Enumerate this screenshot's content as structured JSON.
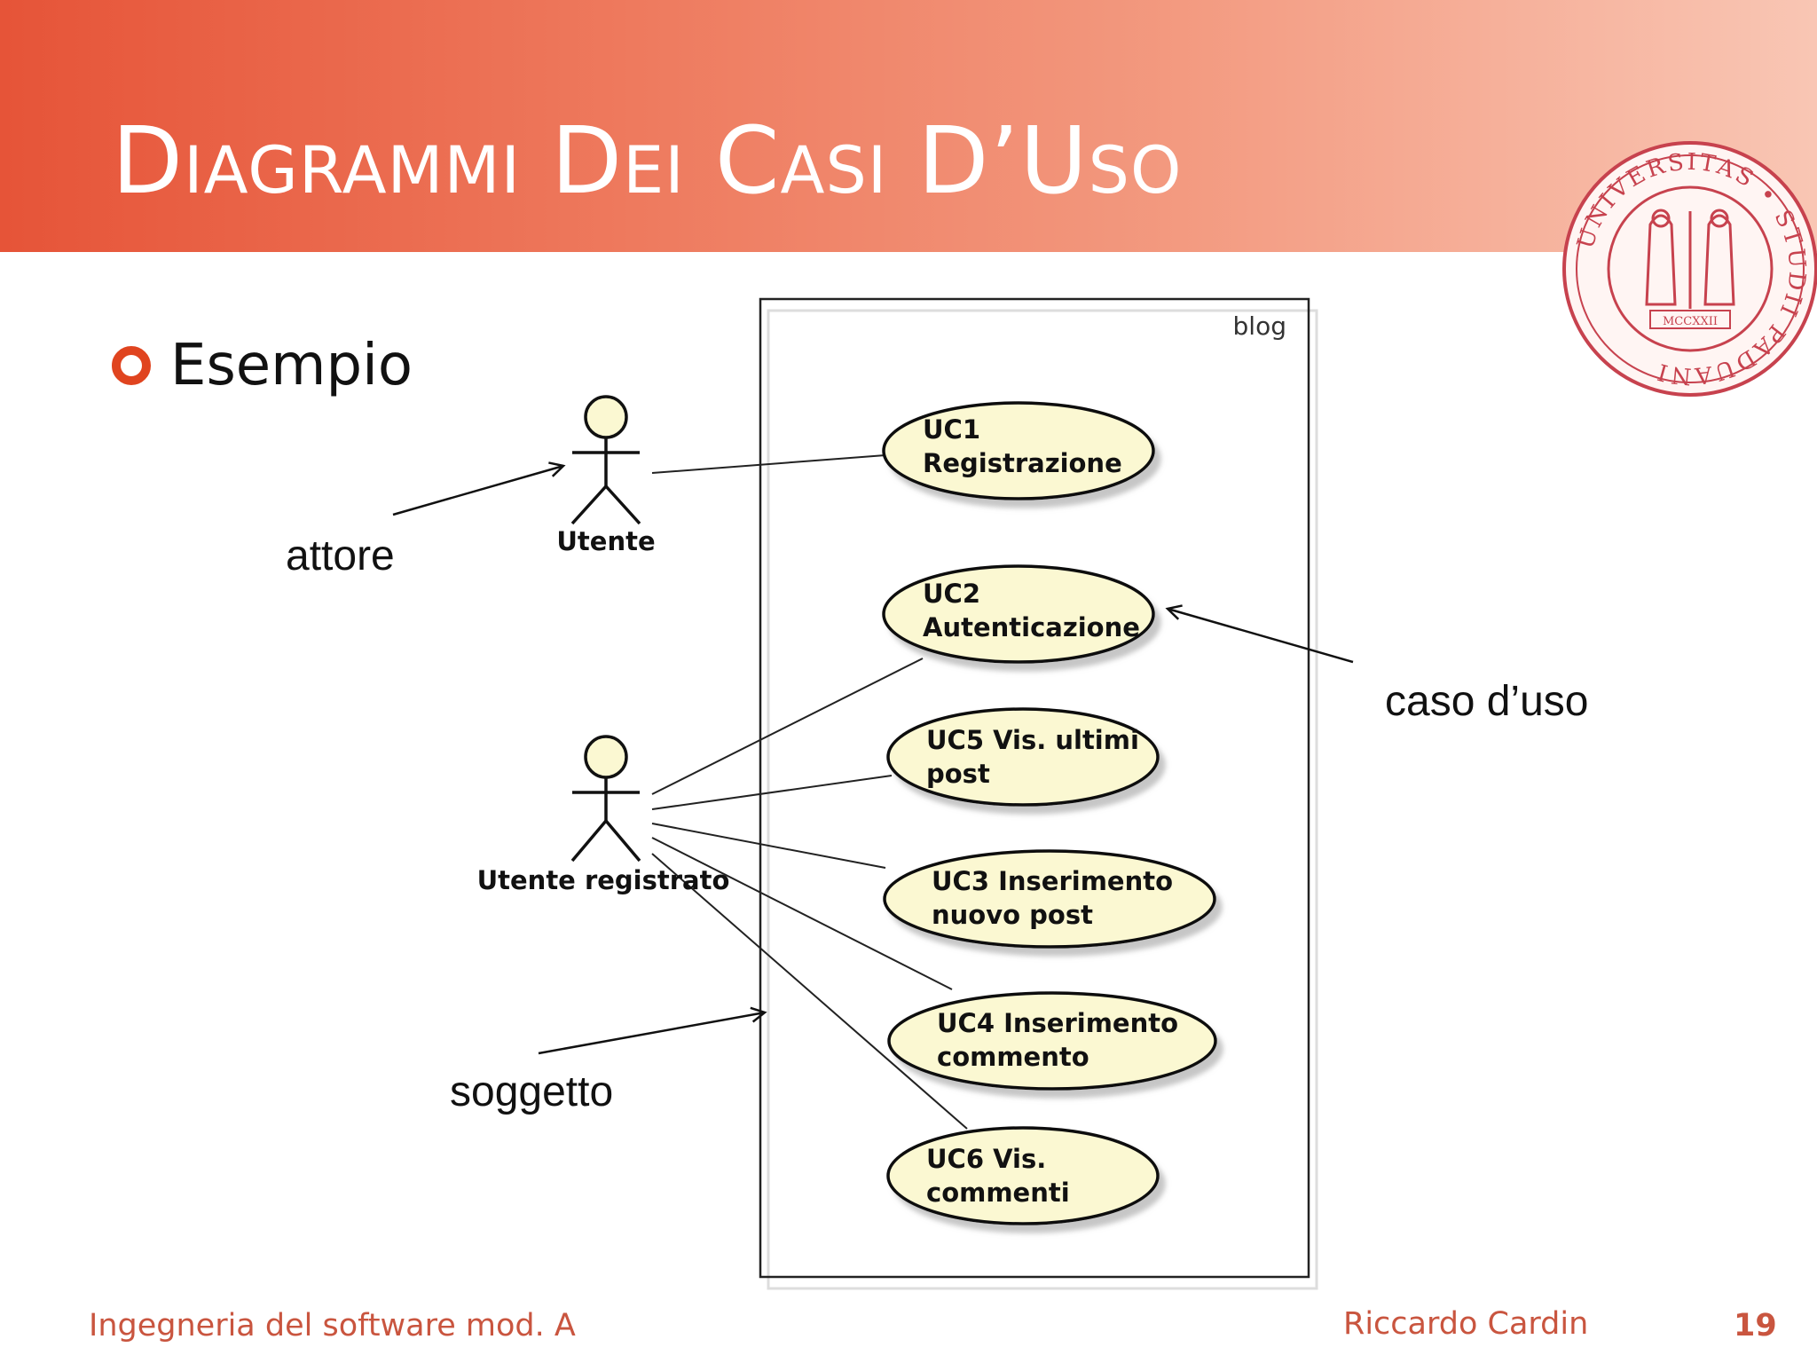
{
  "slide": {
    "title": "Diagrammi Dei Casi D’Uso",
    "bullet": "Esempio",
    "footer_left": "Ingegneria del software mod. A",
    "footer_right": "Riccardo Cardin",
    "page_number": "19"
  },
  "seal": {
    "text_top": "UNIVERSITAS • STUDII PADUANI",
    "year": "MCCXXII"
  },
  "diagram": {
    "system_name": "blog",
    "actors": [
      "Utente",
      "Utente registrato"
    ],
    "use_cases": [
      {
        "id": "uc1",
        "line1": "UC1",
        "line2": "Registrazione"
      },
      {
        "id": "uc2",
        "line1": "UC2",
        "line2": "Autenticazione"
      },
      {
        "id": "uc5",
        "line1": "UC5 Vis. ultimi",
        "line2": "post"
      },
      {
        "id": "uc3",
        "line1": "UC3 Inserimento",
        "line2": "nuovo post"
      },
      {
        "id": "uc4",
        "line1": "UC4 Inserimento",
        "line2": "commento"
      },
      {
        "id": "uc6",
        "line1": "UC6 Vis.",
        "line2": "commenti"
      }
    ],
    "callouts": {
      "actor": "attore",
      "use_case": "caso d’uso",
      "subject": "soggetto"
    }
  },
  "colors": {
    "accent": "#e0441f",
    "footer": "#c9553f",
    "use_case_fill": "#fbf8d2",
    "seal": "#c7424e"
  }
}
